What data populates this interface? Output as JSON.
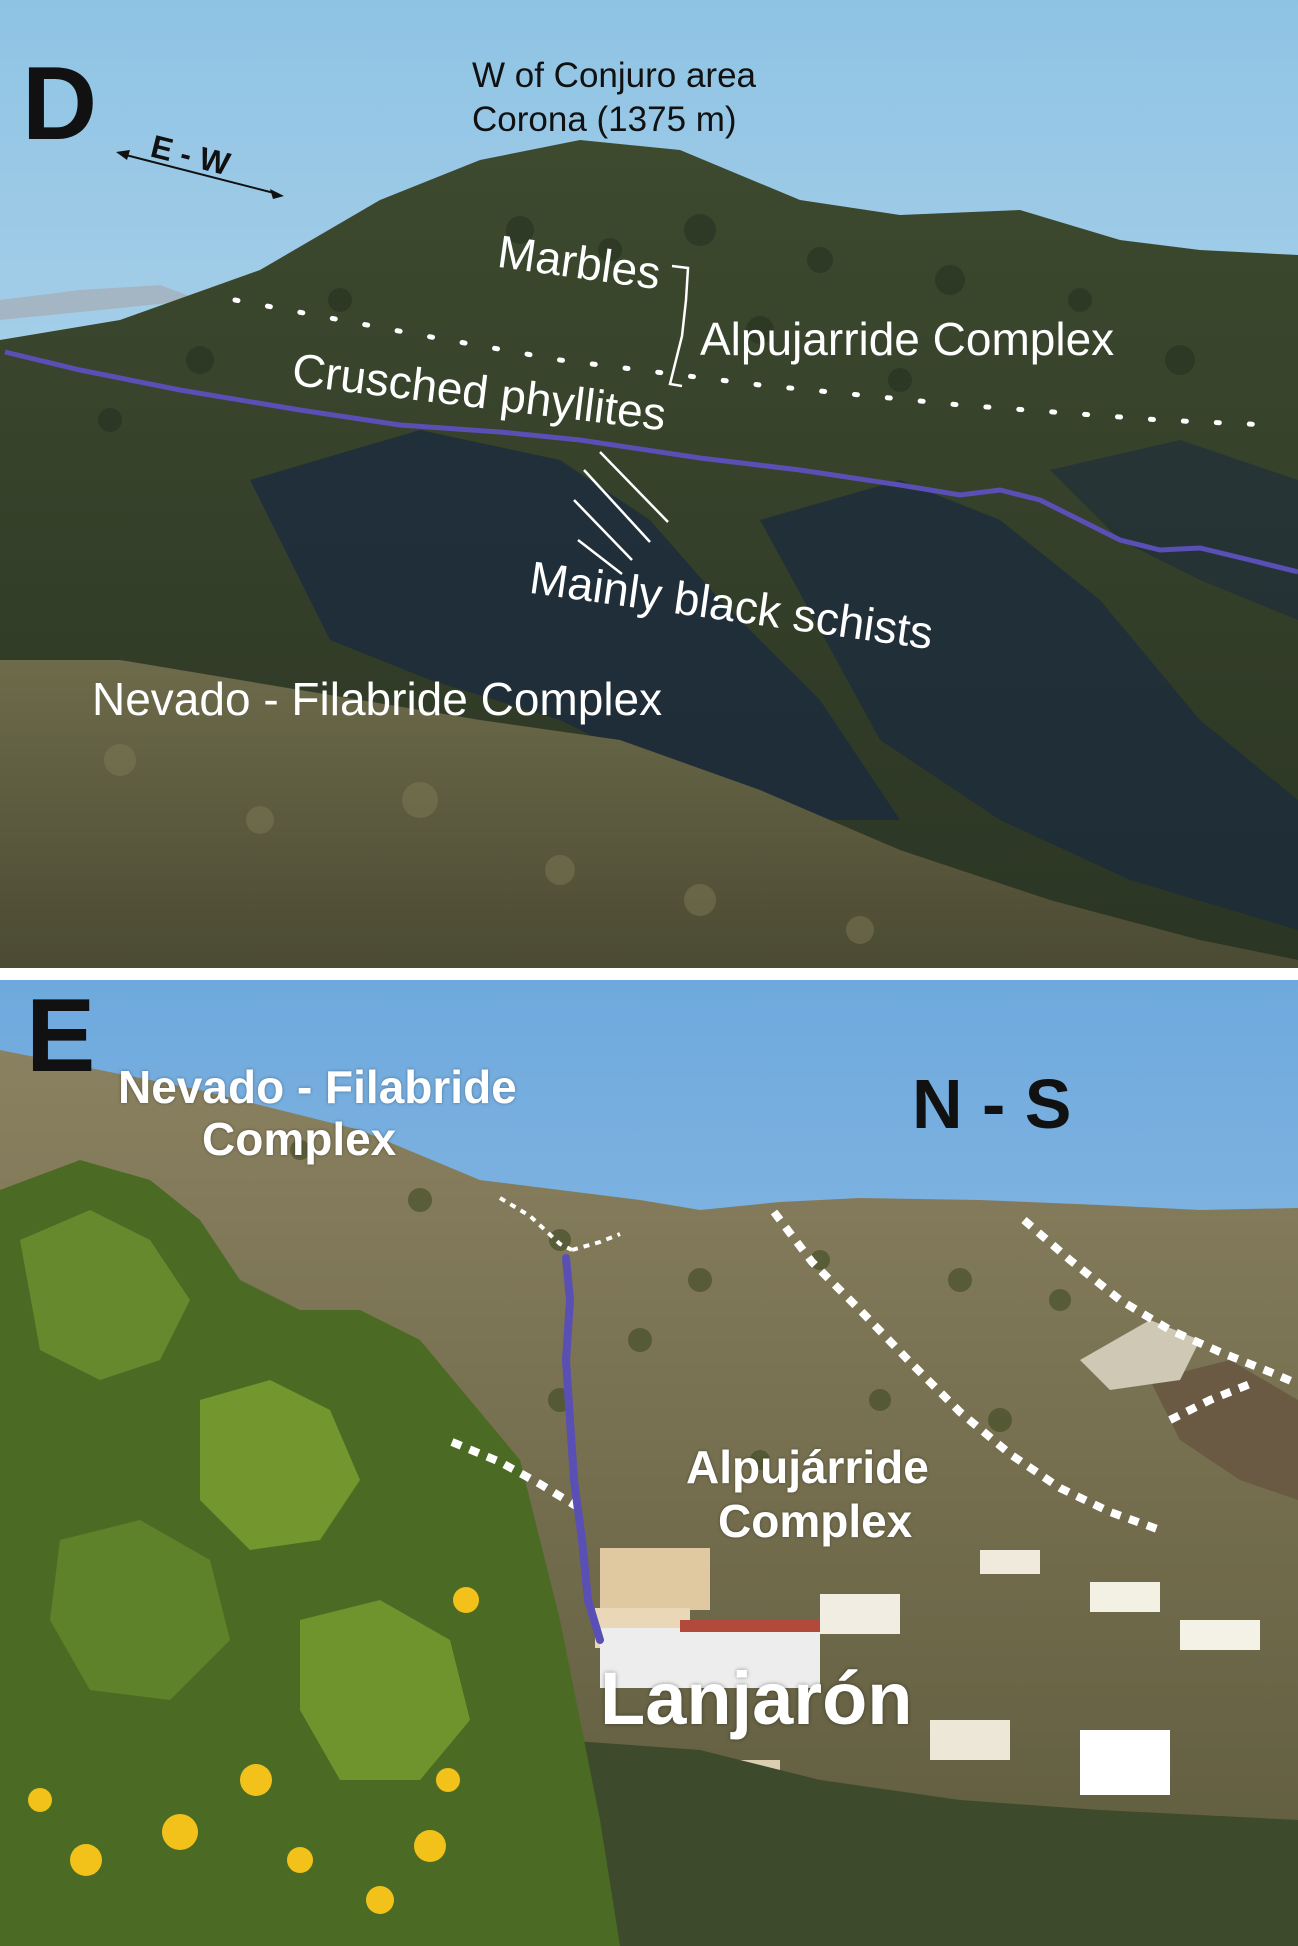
{
  "panel_d": {
    "letter": "D",
    "location_line1": "W of Conjuro area",
    "location_line2": "Corona (1375 m)",
    "orientation": "E - W",
    "labels": {
      "marbles": "Marbles",
      "alpujarride": "Alpujarride Complex",
      "crusched_phyllites": "Crusched phyllites",
      "black_schists": "Mainly black schists",
      "nevado_filabride": "Nevado - Filabride Complex"
    },
    "colors": {
      "contact_line": "#5a4fb5",
      "sky": "#9ccbe6"
    }
  },
  "panel_e": {
    "letter": "E",
    "orientation": "N - S",
    "labels": {
      "nevado_line1": "Nevado - Filabride",
      "nevado_line2": "Complex",
      "alpujarride_line1": "Alpujárride",
      "alpujarride_line2": "Complex",
      "town": "Lanjarón"
    },
    "colors": {
      "contact_line": "#5a4fb5",
      "sky": "#7eb6e3"
    }
  }
}
